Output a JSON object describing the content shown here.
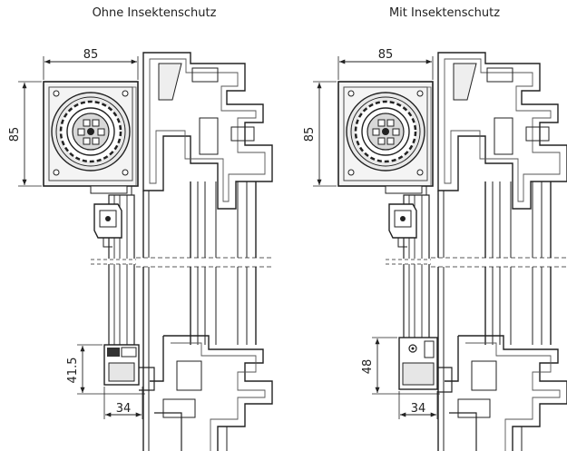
{
  "titles": {
    "left": "Ohne Insektenschutz",
    "right": "Mit Insektenschutz"
  },
  "left": {
    "box_width": "85",
    "box_height": "85",
    "lower_height": "41.5",
    "lower_width": "34"
  },
  "right": {
    "box_width": "85",
    "box_height": "85",
    "lower_height": "48",
    "lower_width": "34"
  }
}
